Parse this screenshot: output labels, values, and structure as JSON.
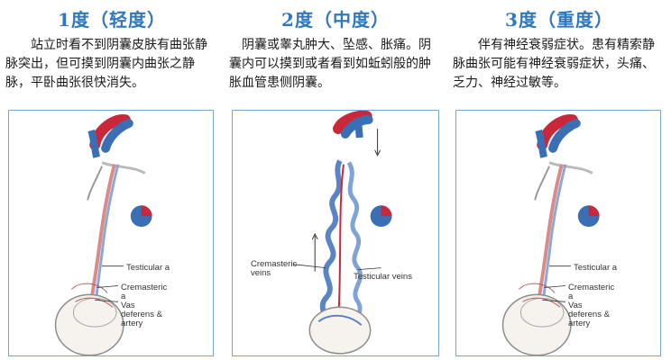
{
  "columns": [
    {
      "title": "1度（轻度）",
      "description": "站立时看不到阴囊皮肤有曲张静脉突出，但可摸到阴囊内曲张之静脉，平卧曲张很快消失。",
      "labels": {
        "testicular_a": "Testicular a",
        "cremasteric_a": "Cremasteric a",
        "vas_deferens": "Vas deferens & artery"
      }
    },
    {
      "title": "2度（中度）",
      "description": "阴囊或睾丸肿大、坠感、胀痛。阴囊内可以摸到或者看到如蚯蚓般的肿胀血管患侧阴囊。",
      "labels": {
        "cremasteric_veins": "Cremasteric veins",
        "testicular_veins": "Testicular veins"
      }
    },
    {
      "title": "3度（重度）",
      "description": "伴有神经衰弱症状。患有精索静脉曲张可能有神经衰弱症状，头痛、乏力、神经过敏等。",
      "labels": {
        "testicular_a": "Testicular a",
        "cremasteric_a": "Cremasteric a",
        "vas_deferens": "Vas deferens & artery"
      }
    }
  ],
  "colors": {
    "title": "#2f78be",
    "artery": "#c8283a",
    "vein": "#3a6fb5",
    "panel_border": "#7aa7c9"
  }
}
